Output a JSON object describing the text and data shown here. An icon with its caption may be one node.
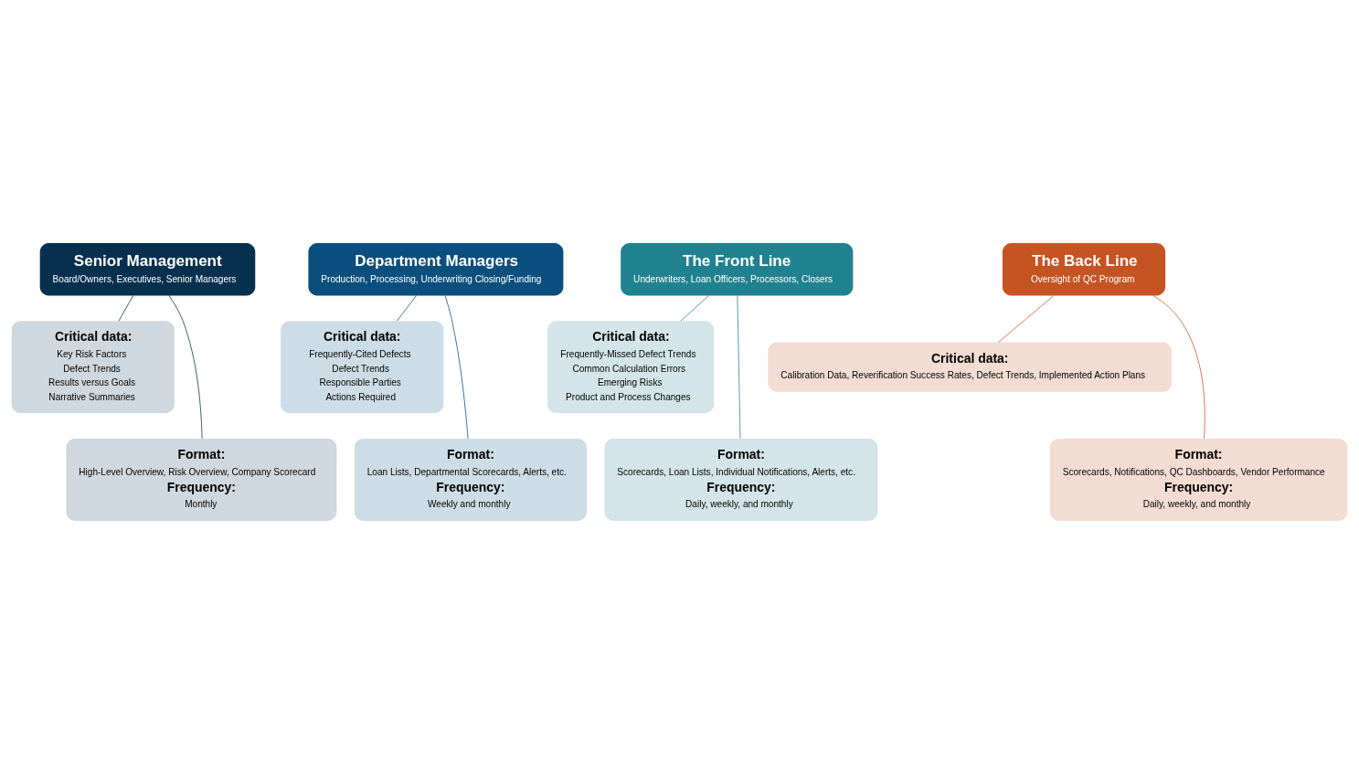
{
  "diagram": {
    "nodes": [
      {
        "text": [
          "Senior Management",
          "Board/Owners, Executives, Senior Managers"
        ]
      },
      {
        "text": [
          "Critical data:",
          "Key Risk Factors",
          "Defect Trends",
          "Results versus Goals",
          "Narrative Summaries"
        ]
      },
      {
        "text": [
          "Format:",
          "High-Level Overview, Risk Overview, Company Scorecard",
          "Frequency:",
          "Monthly"
        ]
      },
      {
        "text": [
          "Department Managers",
          "Production, Processing, Underwriting Closing/Funding"
        ]
      },
      {
        "text": [
          "Critical data:",
          "Frequently-Cited Defects",
          "Defect Trends",
          "Responsible Parties",
          "Actions Required"
        ]
      },
      {
        "text": [
          "Format:",
          "Loan Lists, Departmental Scorecards, Alerts, etc.",
          "Frequency:",
          "Weekly and monthly"
        ]
      },
      {
        "text": [
          "The Front Line",
          "Underwriters, Loan Officers, Processors, Closers"
        ]
      },
      {
        "text": [
          "Critical data:",
          "Frequently-Missed Defect Trends",
          "Common Calculation Errors",
          "Emerging Risks",
          "Product and Process Changes"
        ]
      },
      {
        "text": [
          "Format:",
          "Scorecards, Loan Lists, Individual Notifications, Alerts, etc.",
          "Frequency:",
          "Daily, weekly, and monthly"
        ]
      },
      {
        "text": [
          "The Back Line",
          "Oversight of QC Program"
        ]
      },
      {
        "text": [
          "Critical data:",
          "Calibration Data, Reverification Success Rates, Defect Trends, Implemented Action Plans"
        ]
      },
      {
        "text": [
          "Format:",
          "Scorecards, Notifications, QC Dashboards, Vendor Performance",
          "Frequency:",
          "Daily, weekly, and monthly"
        ]
      }
    ],
    "edges": [
      {
        "from": 0,
        "to": 1,
        "arrow": "none",
        "color": "#07304f"
      },
      {
        "from": 0,
        "to": 2,
        "arrow": "none",
        "color": "#07304f"
      },
      {
        "from": 3,
        "to": 4,
        "arrow": "none",
        "color": "#0a4f7e"
      },
      {
        "from": 3,
        "to": 5,
        "arrow": "none",
        "color": "#0a4f7e"
      },
      {
        "from": 6,
        "to": 7,
        "arrow": "none",
        "color": "#21828f"
      },
      {
        "from": 6,
        "to": 8,
        "arrow": "none",
        "color": "#21828f"
      },
      {
        "from": 9,
        "to": 10,
        "arrow": "none",
        "color": "#c65423"
      },
      {
        "from": 9,
        "to": 11,
        "arrow": "none",
        "color": "#c65423"
      }
    ]
  }
}
